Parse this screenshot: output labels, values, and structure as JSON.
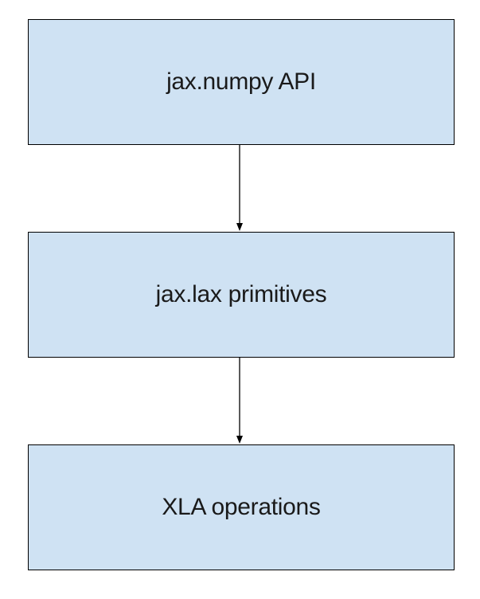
{
  "diagram": {
    "fill_color": "#cfe2f3",
    "border_color": "#000000",
    "boxes": [
      {
        "label": "jax.numpy API"
      },
      {
        "label": "jax.lax primitives"
      },
      {
        "label": "XLA operations"
      }
    ],
    "arrows": [
      {
        "from": "jax.numpy API",
        "to": "jax.lax primitives"
      },
      {
        "from": "jax.lax primitives",
        "to": "XLA operations"
      }
    ]
  }
}
